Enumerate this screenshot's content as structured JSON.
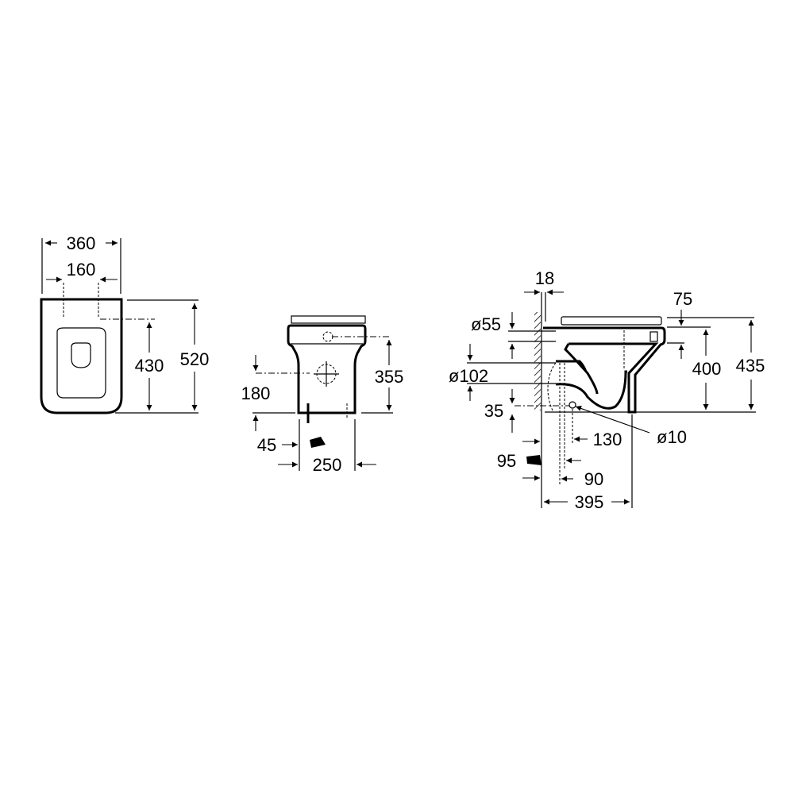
{
  "top_view": {
    "width_total": "360",
    "width_fixings": "160",
    "depth_fixings": "430",
    "depth_total": "520"
  },
  "front_view": {
    "height_inlet": "355",
    "height_outlet": "180",
    "offset_outlet": "45",
    "width_base": "250"
  },
  "side_view": {
    "wall_gap": "18",
    "seat_thickness": "75",
    "inlet_diameter": "ø55",
    "outlet_diameter": "ø102",
    "fixing_height": "35",
    "fixing_distance": "130",
    "fixing_diameter": "ø10",
    "outlet_wall_distance": "95",
    "outlet_center_distance": "90",
    "depth_total": "395",
    "rim_height": "400",
    "total_height": "435"
  }
}
